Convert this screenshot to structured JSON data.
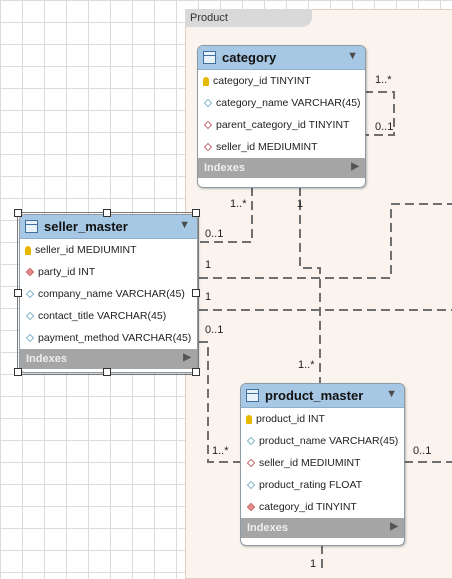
{
  "layer": {
    "label": "Product"
  },
  "tables": {
    "category": {
      "title": "category",
      "columns": [
        "category_id TINYINT",
        "category_name VARCHAR(45)",
        "parent_category_id TINYINT",
        "seller_id MEDIUMINT"
      ],
      "indexes_label": "Indexes"
    },
    "seller_master": {
      "title": "seller_master",
      "columns": [
        "seller_id MEDIUMINT",
        "party_id INT",
        "company_name VARCHAR(45)",
        "contact_title VARCHAR(45)",
        "payment_method VARCHAR(45)"
      ],
      "indexes_label": "Indexes"
    },
    "product_master": {
      "title": "product_master",
      "columns": [
        "product_id INT",
        "product_name VARCHAR(45)",
        "seller_id MEDIUMINT",
        "product_rating FLOAT",
        "category_id TINYINT"
      ],
      "indexes_label": "Indexes"
    }
  },
  "cardinality": {
    "cat_self_many": "1..*",
    "cat_self_opt": "0..1",
    "cat_seller_many": "1..*",
    "cat_seller_opt": "0..1",
    "cat_product_one": "1",
    "seller_a_one": "1",
    "seller_b_one": "1",
    "seller_product_opt": "0..1",
    "product_top_many": "1..*",
    "product_left_many": "1..*",
    "product_right_opt": "0..1",
    "product_bottom_one": "1"
  }
}
